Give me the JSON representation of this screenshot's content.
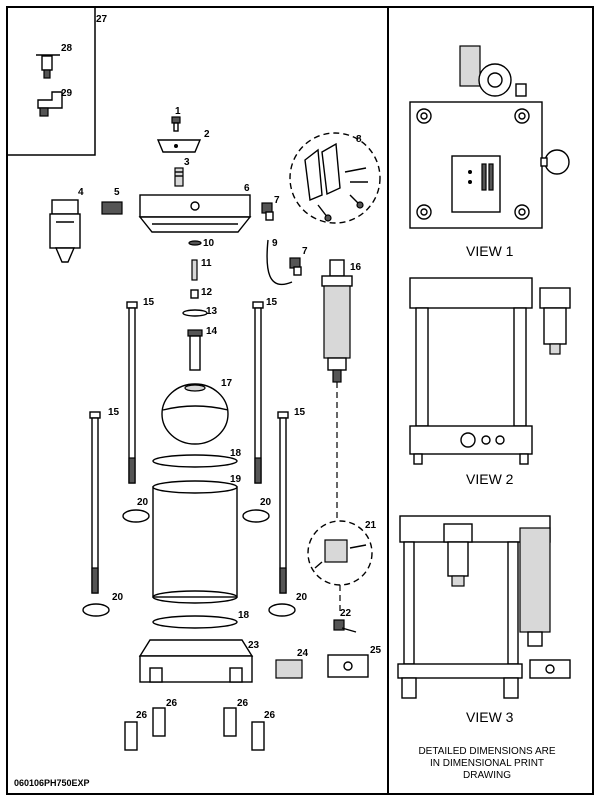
{
  "drawing": {
    "part_number": "060106PH750EXP",
    "note_lines": [
      "DETAILED DIMENSIONS ARE",
      "IN DIMENSIONAL PRINT",
      "DRAWING"
    ],
    "views": [
      "VIEW 1",
      "VIEW 2",
      "VIEW 3"
    ],
    "inset_label": "27",
    "callouts": [
      "1",
      "2",
      "3",
      "4",
      "5",
      "6",
      "7",
      "7",
      "8",
      "9",
      "10",
      "11",
      "12",
      "13",
      "14",
      "15",
      "15",
      "15",
      "15",
      "16",
      "17",
      "18",
      "18",
      "19",
      "20",
      "20",
      "20",
      "20",
      "21",
      "22",
      "23",
      "24",
      "25",
      "26",
      "26",
      "26",
      "26",
      "28",
      "29"
    ]
  }
}
